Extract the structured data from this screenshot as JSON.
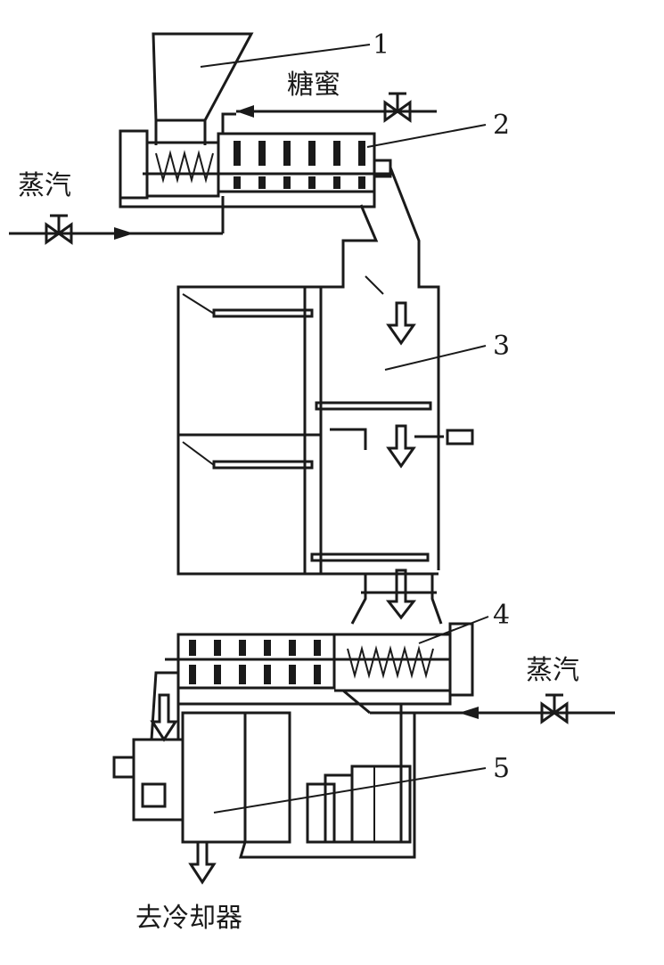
{
  "callouts": {
    "c1": "1",
    "c2": "2",
    "c3": "3",
    "c4": "4",
    "c5": "5"
  },
  "labels": {
    "molasses": "糖蜜",
    "steam_left": "蒸汽",
    "steam_right": "蒸汽",
    "to_cooler": "去冷却器"
  }
}
